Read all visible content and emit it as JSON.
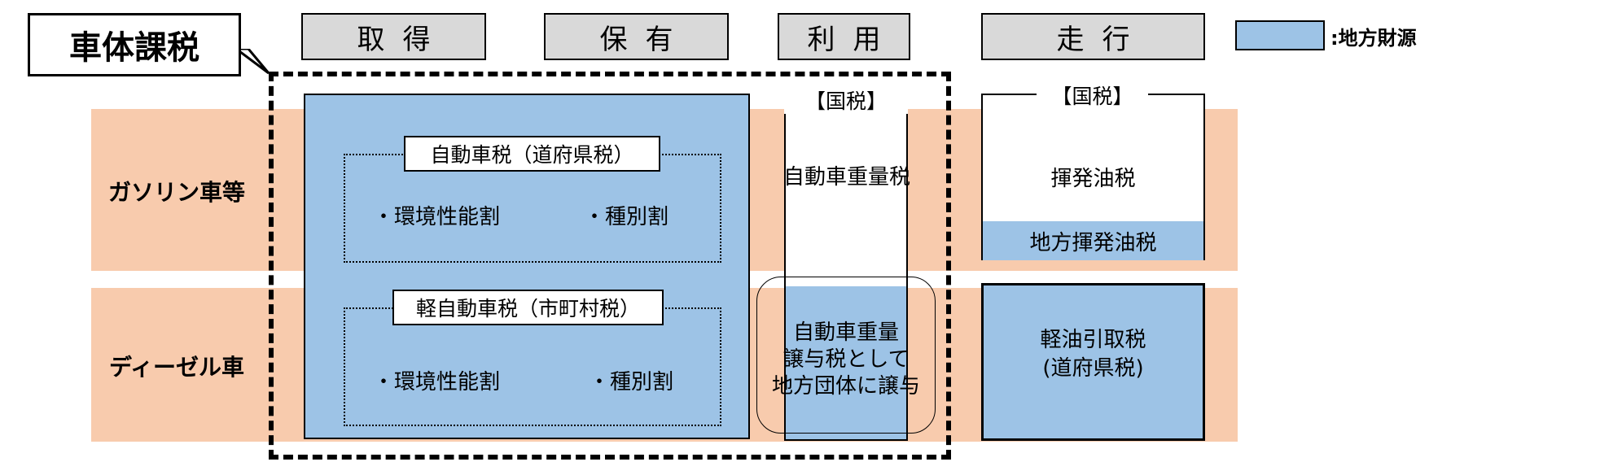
{
  "callout": {
    "title": "車体課税"
  },
  "headers": {
    "acquire": "取得",
    "own": "保有",
    "use": "利用",
    "drive": "走行"
  },
  "legend": {
    "label": ":地方財源",
    "color": "#9dc3e6"
  },
  "rows": {
    "gasoline": "ガソリン車等",
    "diesel": "ディーゼル車"
  },
  "car_tax": {
    "title": "自動車税（道府県税）",
    "item1": "・環境性能割",
    "item2": "・種別割"
  },
  "light_car_tax": {
    "title": "軽自動車税（市町村税）",
    "item1": "・環境性能割",
    "item2": "・種別割"
  },
  "use_column": {
    "national_tag": "【国税】",
    "weight_tax": "自動車重量税",
    "transfer_line1": "自動車重量",
    "transfer_line2": "譲与税として",
    "transfer_line3": "地方団体に譲与"
  },
  "drive_column": {
    "national_tag": "【国税】",
    "gasoline_tax": "揮発油税",
    "local_gasoline_tax": "地方揮発油税",
    "diesel_line1": "軽油引取税",
    "diesel_line2": "(道府県税)"
  },
  "colors": {
    "band": "#f8cbad",
    "local": "#9dc3e6",
    "header": "#d9d9d9"
  }
}
